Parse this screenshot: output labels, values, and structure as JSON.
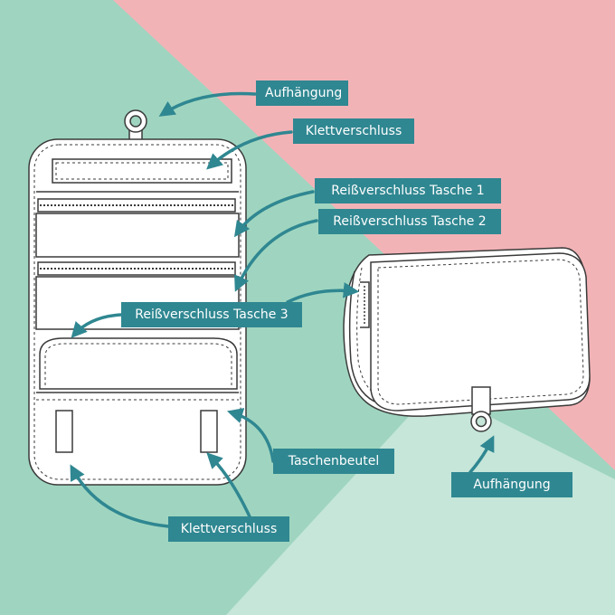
{
  "colors": {
    "pink": "#f2b3b7",
    "mint": "#9fd5c0",
    "mint_light": "#c5e6d9",
    "label_bg": "#2f8791",
    "label_text": "#ffffff",
    "arrow": "#2f8791",
    "outline": "#3a3a3a",
    "fill": "#ffffff"
  },
  "labels": {
    "hanger_top": "Aufhängung",
    "velcro_top": "Klettverschluss",
    "zip_pocket_1": "Reißverschluss Tasche 1",
    "zip_pocket_2": "Reißverschluss Tasche 2",
    "zip_pocket_3": "Reißverschluss Tasche 3",
    "bag_pouch": "Taschenbeutel",
    "hanger_right": "Aufhängung",
    "velcro_bottom": "Klettverschluss"
  }
}
